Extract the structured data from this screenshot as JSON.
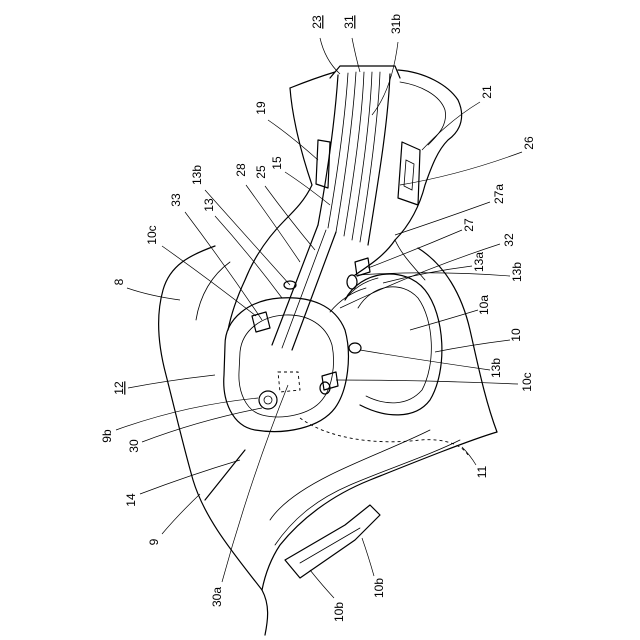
{
  "labels": [
    "23",
    "31",
    "31b",
    "21",
    "19",
    "26",
    "15",
    "13b",
    "28",
    "25",
    "27a",
    "33",
    "13",
    "27",
    "32",
    "10c",
    "13a",
    "13b",
    "8",
    "10a",
    "10",
    "13b",
    "12",
    "10c",
    "9b",
    "30",
    "11",
    "14",
    "9",
    "30a",
    "10b",
    "10b"
  ],
  "colors": {
    "line": "#000000",
    "background": "#ffffff"
  }
}
